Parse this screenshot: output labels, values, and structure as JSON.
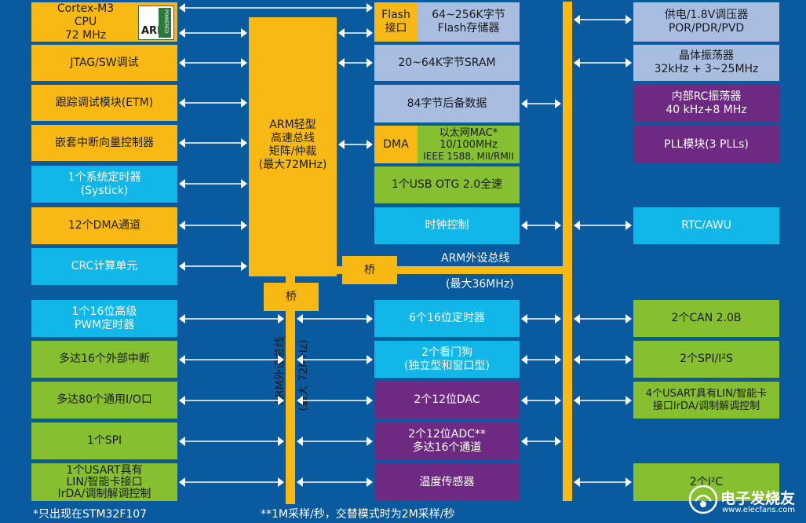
{
  "left": {
    "cpu": {
      "line1": "Cortex-M3",
      "line2": "CPU",
      "line3": "72 MHz",
      "logo": "ARM",
      "logo_small": "POWERED"
    },
    "jtag": "JTAG/SW调试",
    "etm": "跟踪调试模块(ETM)",
    "nvic": "嵌套中断向量控制器",
    "systick_1": "1个系统定时器",
    "systick_2": "(Systick)",
    "dma": "12个DMA通道",
    "crc": "CRC计算单元",
    "pwm_1": "1个16位高级",
    "pwm_2": "PWM定时器",
    "exti": "多达16个外部中断",
    "gpio": "多达80个通用I/O口",
    "spi": "1个SPI",
    "usart_1": "1个USART具有",
    "usart_2": "LIN/智能卡接口",
    "usart_3": "IrDA/调制解调控制"
  },
  "center": {
    "ahb_1": "ARM轻型",
    "ahb_2": "高速总线",
    "ahb_3": "矩阵/仲裁",
    "ahb_4": "(最大72MHz)",
    "bridge1": "桥",
    "bridge2": "桥",
    "apb2_1": "ARM外设总线",
    "apb2_2": "(最大 72MHz)"
  },
  "mid": {
    "flash_a": "Flash",
    "flash_b": "接口",
    "flash_c": "64~256K字节",
    "flash_d": "Flash存储器",
    "sram": "20~64K字节SRAM",
    "backup": "84字节后备数据",
    "dma_label": "DMA",
    "eth_1": "以太网MAC*",
    "eth_2": "10/100MHz",
    "eth_3": "IEEE 1588, MII/RMII",
    "usb": "1个USB OTG 2.0全速",
    "clock": "时钟控制",
    "apb1_1": "ARM外设总线",
    "apb1_2": "(最大36MHz)",
    "timers": "6个16位定时器",
    "wdg_1": "2个看门狗",
    "wdg_2": "(独立型和窗口型)",
    "dac": "2个12位DAC",
    "adc_1": "2个12位ADC**",
    "adc_2": "多达16个通道",
    "temp": "温度传感器"
  },
  "right": {
    "power_1": "供电/1.8V调压器",
    "power_2": "POR/PDR/PVD",
    "xtal_1": "晶体振荡器",
    "xtal_2": "32kHz + 3~25MHz",
    "rc_1": "内部RC振荡器",
    "rc_2": "40 kHz+8 MHz",
    "pll": "PLL模块(3 PLLs)",
    "rtc": "RTC/AWU",
    "can": "2个CAN 2.0B",
    "spi_i2s": "2个SPI/I²S",
    "usart_1": "4个USART具有LIN/智能卡",
    "usart_2": "接口IrDA/调制解调控制",
    "i2c": "2个I²C"
  },
  "footer": {
    "note1": "*只出现在STM32F107",
    "note2": "**1M采样/秒，交替模式时为2M采样/秒",
    "watermark_1": "电子发烧友",
    "watermark_2": "www.elecfans.com"
  },
  "colors": {
    "background": "#0a5aa0",
    "orange": "#f9b915",
    "cyan": "#11b7e8",
    "green": "#86bf2f",
    "purple": "#6e2a82",
    "lightblue": "#a8bde0"
  }
}
